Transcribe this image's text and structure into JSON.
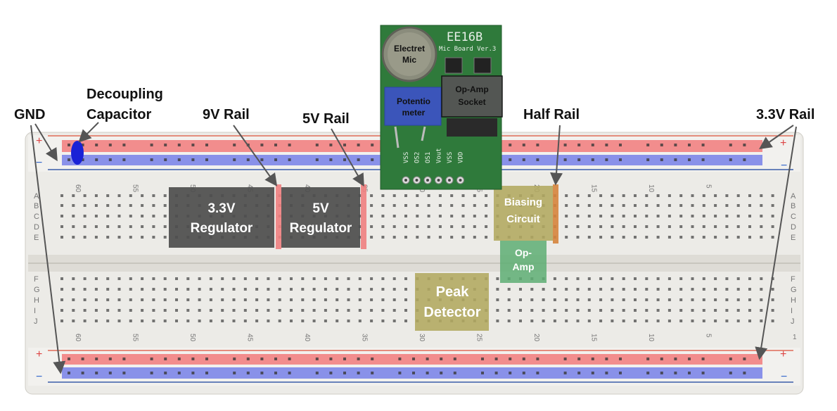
{
  "labels": {
    "gnd": "GND",
    "decoupling_line1": "Decoupling",
    "decoupling_line2": "Capacitor",
    "rail_9v": "9V Rail",
    "rail_5v": "5V Rail",
    "half_rail": "Half Rail",
    "rail_3v3": "3.3V Rail"
  },
  "regions": {
    "reg33_line1": "3.3V",
    "reg33_line2": "Regulator",
    "reg5_line1": "5V",
    "reg5_line2": "Regulator",
    "biasing_line1": "Biasing",
    "biasing_line2": "Circuit",
    "opamp_line1": "Op-",
    "opamp_line2": "Amp",
    "peak_line1": "Peak",
    "peak_line2": "Detector"
  },
  "pcb": {
    "title": "EE16B",
    "subtitle": "Mic Board Ver.3",
    "mic_line1": "Electret",
    "mic_line2": "Mic",
    "pot_line1": "Potentio",
    "pot_line2": "meter",
    "socket_line1": "Op-Amp",
    "socket_line2": "Socket",
    "pins": [
      "VSS",
      "OS2",
      "OS1",
      "Vout",
      "VSS",
      "VDD"
    ]
  },
  "breadboard": {
    "column_numbers": [
      "60",
      "55",
      "50",
      "45",
      "40",
      "35",
      "30",
      "25",
      "20",
      "15",
      "10",
      "5"
    ],
    "rows_top": [
      "A",
      "B",
      "C",
      "D",
      "E"
    ],
    "rows_bottom": [
      "F",
      "G",
      "H",
      "I",
      "J"
    ],
    "plus": "+",
    "minus": "−",
    "right_col_number": "1"
  },
  "colors": {
    "red_rail": "#e84c4c",
    "blue_rail": "#4a5fd6",
    "dark_region": "#505050",
    "olive_region": "#a8a05a",
    "green_region": "#62a873",
    "pcb_green": "#2e7d3a",
    "decoupling_cap": "#1a22d6"
  }
}
